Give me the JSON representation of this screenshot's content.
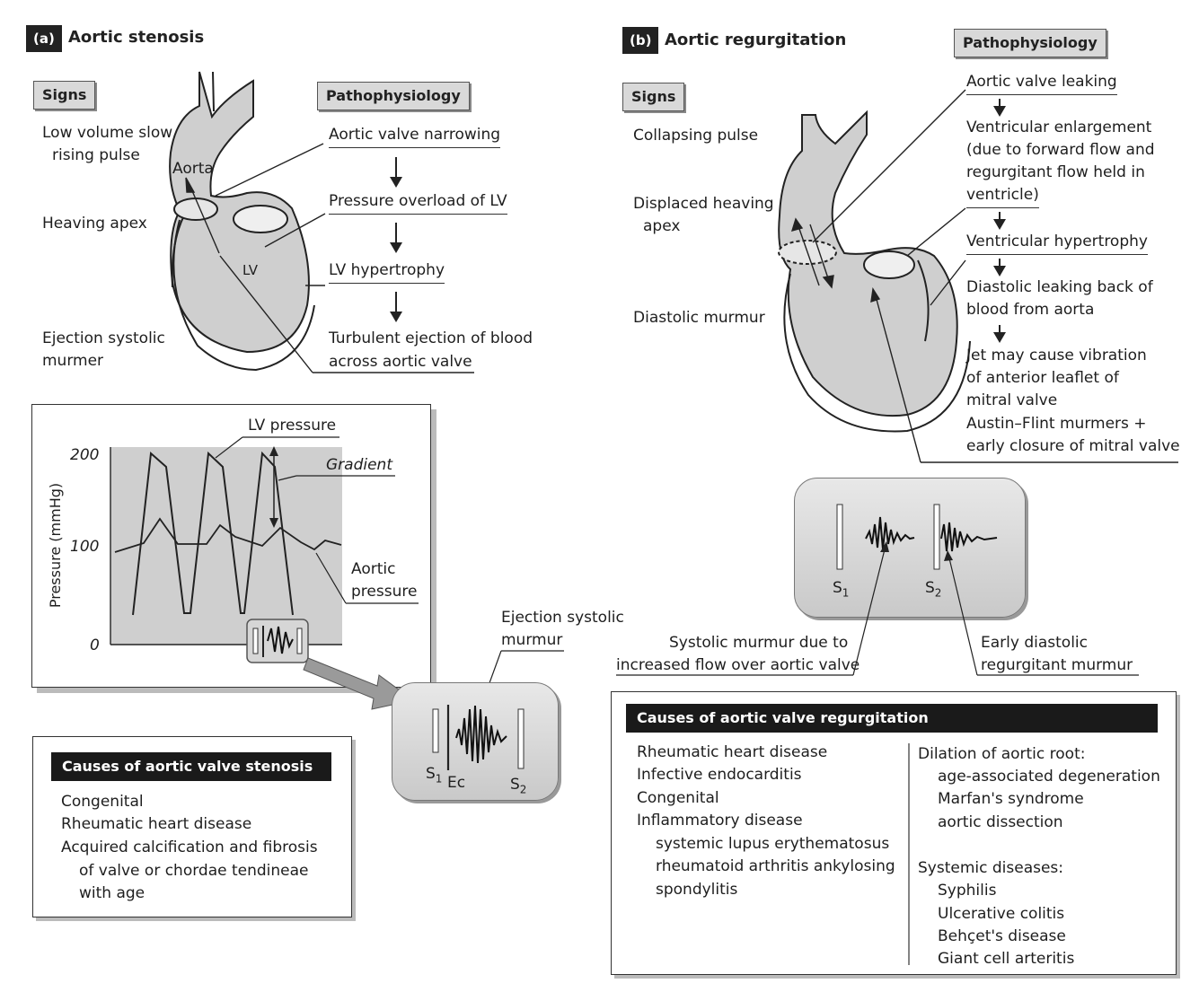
{
  "panel_a": {
    "label": "(a)",
    "title": "Aortic stenosis",
    "signs_tag": "Signs",
    "patho_tag": "Pathophysiology",
    "signs": [
      "Low volume slow",
      "rising pulse",
      "Heaving apex",
      "Ejection systolic",
      "murmer"
    ],
    "heart_labels": {
      "aorta": "Aorta",
      "lv": "LV"
    },
    "patho_steps": [
      "Aortic valve narrowing",
      "Pressure overload of LV",
      "LV hypertrophy",
      "Turbulent ejection of blood",
      "across aortic valve"
    ],
    "graph": {
      "lv_pressure": "LV pressure",
      "gradient": "Gradient",
      "aortic_pressure_1": "Aortic",
      "aortic_pressure_2": "pressure",
      "ylabel": "Pressure (mmHg)",
      "ticks": [
        "200",
        "100",
        "0"
      ]
    },
    "murmur_label_1": "Ejection systolic",
    "murmur_label_2": "murmur",
    "murmur_box": {
      "s1": "S",
      "s1_sub": "1",
      "ec": "Ec",
      "s2": "S",
      "s2_sub": "2"
    },
    "causes_title": "Causes of aortic valve stenosis",
    "causes": [
      "Congenital",
      "Rheumatic heart disease",
      "Acquired calcification and fibrosis",
      "of valve or chordae tendineae",
      "with age"
    ]
  },
  "panel_b": {
    "label": "(b)",
    "title": "Aortic regurgitation",
    "signs_tag": "Signs",
    "patho_tag": "Pathophysiology",
    "signs": [
      "Collapsing pulse",
      "Displaced heaving",
      "apex",
      "Diastolic murmur"
    ],
    "patho_steps": [
      "Aortic valve leaking",
      "Ventricular enlargement",
      "(due to forward flow and",
      "regurgitant flow held in",
      "ventricle)",
      "Ventricular hypertrophy",
      "Diastolic leaking back of",
      "blood from aorta",
      "Jet may cause vibration",
      "of anterior leaflet of",
      "mitral valve",
      "Austin–Flint murmers +",
      "early closure of mitral valve"
    ],
    "murmur_box": {
      "s1": "S",
      "s1_sub": "1",
      "s2": "S",
      "s2_sub": "2"
    },
    "systolic_note_1": "Systolic murmur due to",
    "systolic_note_2": "increased flow over aortic valve",
    "diastolic_note_1": "Early diastolic",
    "diastolic_note_2": "regurgitant murmur",
    "causes_title": "Causes of aortic valve regurgitation",
    "causes_left": [
      "Rheumatic heart disease",
      "Infective endocarditis",
      "Congenital",
      "Inflammatory disease",
      "systemic lupus erythematosus",
      "rheumatoid arthritis ankylosing",
      "spondylitis"
    ],
    "causes_right": [
      "Dilation of aortic root:",
      "age-associated degeneration",
      "Marfan's syndrome",
      "aortic dissection",
      "Systemic diseases:",
      "Syphilis",
      "Ulcerative colitis",
      "Behçet's disease",
      "Giant cell arteritis"
    ]
  }
}
